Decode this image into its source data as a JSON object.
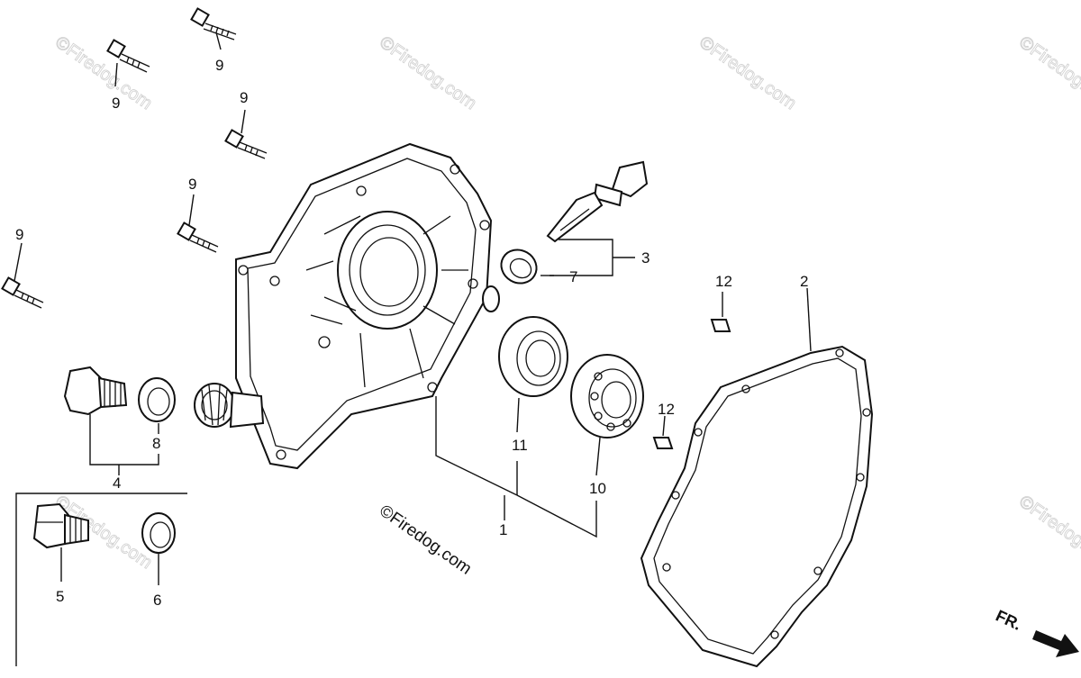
{
  "watermark": "©Firedog.com",
  "direction_label": "FR.",
  "callouts": {
    "c1": "1",
    "c2": "2",
    "c3": "3",
    "c4": "4",
    "c5": "5",
    "c6": "6",
    "c7": "7",
    "c8": "8",
    "c9": "9",
    "c10": "10",
    "c11": "11",
    "c12": "12"
  }
}
